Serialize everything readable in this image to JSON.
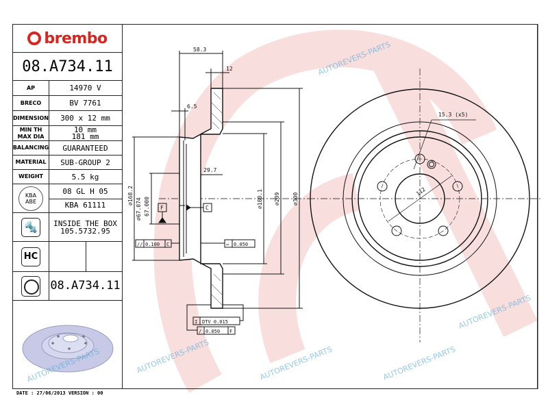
{
  "brand": {
    "logo_text": "brembo"
  },
  "part_number": "08.A734.11",
  "specs": [
    {
      "label": "AP",
      "value": "14970 V"
    },
    {
      "label": "BRECO",
      "value": "BV 7761"
    },
    {
      "label": "DIMENSION",
      "value": "300 x 12 mm"
    },
    {
      "label": "MIN TH",
      "label2": "MAX DIA",
      "value": "10 mm",
      "value2": "181 mm"
    },
    {
      "label": "BALANCING",
      "value": "GUARANTEED"
    },
    {
      "label": "MATERIAL",
      "value": "SUB-GROUP 2"
    },
    {
      "label": "WEIGHT",
      "value": "5.5 kg"
    }
  ],
  "kba": {
    "icon_text": "KBA ABE",
    "value1": "08 GL H 05",
    "value2": "KBA 61111"
  },
  "screw": {
    "line1": "INSIDE THE BOX",
    "line2": "105.5732.95"
  },
  "hc": {
    "icon_text": "HC"
  },
  "disc_ref": "08.A734.11",
  "footer": {
    "date": "DATE : 27/06/2013 VERSION : 00"
  },
  "watermark": "AUTOREVERS-PARTS",
  "dimensions": {
    "d58": "58.3",
    "d12": "12",
    "d65": "6.5",
    "d297": "29.7",
    "d1682": "⌀168.2",
    "d67a": "⌀67.074",
    "d67b": "67.000",
    "d1801": "⌀180.1",
    "d209": "⌀209",
    "d300": "⌀300",
    "bolt": "15.3 (x5)",
    "pcd": "112",
    "datum_f": "F",
    "datum_c": "C",
    "tol_parallel": "0.100",
    "tol_parallel_ref": "C",
    "tol_flat": "0.050",
    "tol_dtv": "DTV 0.015",
    "tol_runout": "0.050",
    "tol_runout_ref": "F"
  },
  "colors": {
    "brand_red": "#d7261e",
    "watermark_pink": "#f4c6c6",
    "disc_fill": "#c7c9e6"
  }
}
